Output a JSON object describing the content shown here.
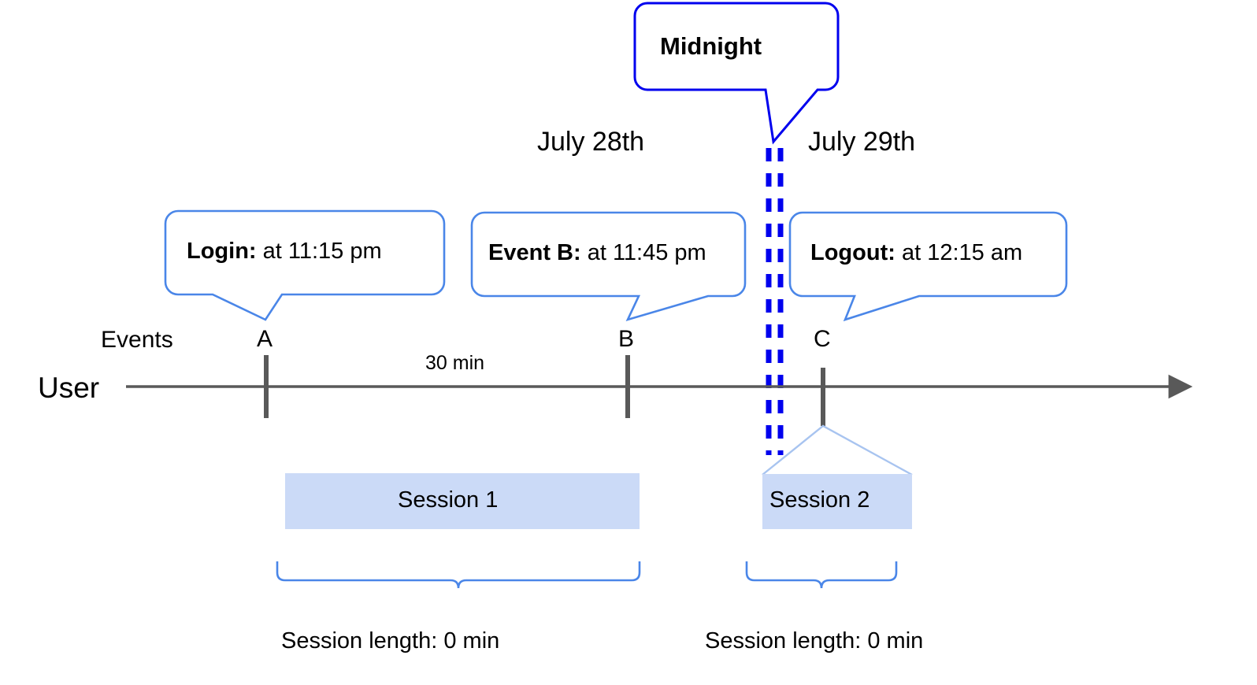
{
  "diagram": {
    "title_callout": {
      "label": "Midnight"
    },
    "dates": [
      {
        "name": "day-left",
        "label": "July 28th"
      },
      {
        "name": "day-right",
        "label": "July 29th"
      }
    ],
    "event_callouts": [
      {
        "name": "login",
        "bold": "Login:",
        "rest": " at 11:15 pm"
      },
      {
        "name": "event-b",
        "bold": "Event B:",
        "rest": " at 11:45 pm"
      },
      {
        "name": "logout",
        "bold": "Logout:",
        "rest": " at 12:15 am"
      }
    ],
    "row_labels": {
      "events": "Events",
      "user": "User"
    },
    "event_ticks": [
      {
        "name": "tick-a",
        "label": "A"
      },
      {
        "name": "tick-b",
        "label": "B"
      },
      {
        "name": "tick-c",
        "label": "C"
      }
    ],
    "gap_label": "30 min",
    "sessions": [
      {
        "name": "session-1",
        "label": "Session 1",
        "brace_label": "Session length: 0 min"
      },
      {
        "name": "session-2",
        "label": "Session 2",
        "brace_label": "Session length: 0 min"
      }
    ],
    "colors": {
      "midnight_line": "#0000EE",
      "callout_border": "#4A86E8",
      "session_fill": "#CBDAF7",
      "axis": "#595959",
      "text": "#000000"
    }
  }
}
